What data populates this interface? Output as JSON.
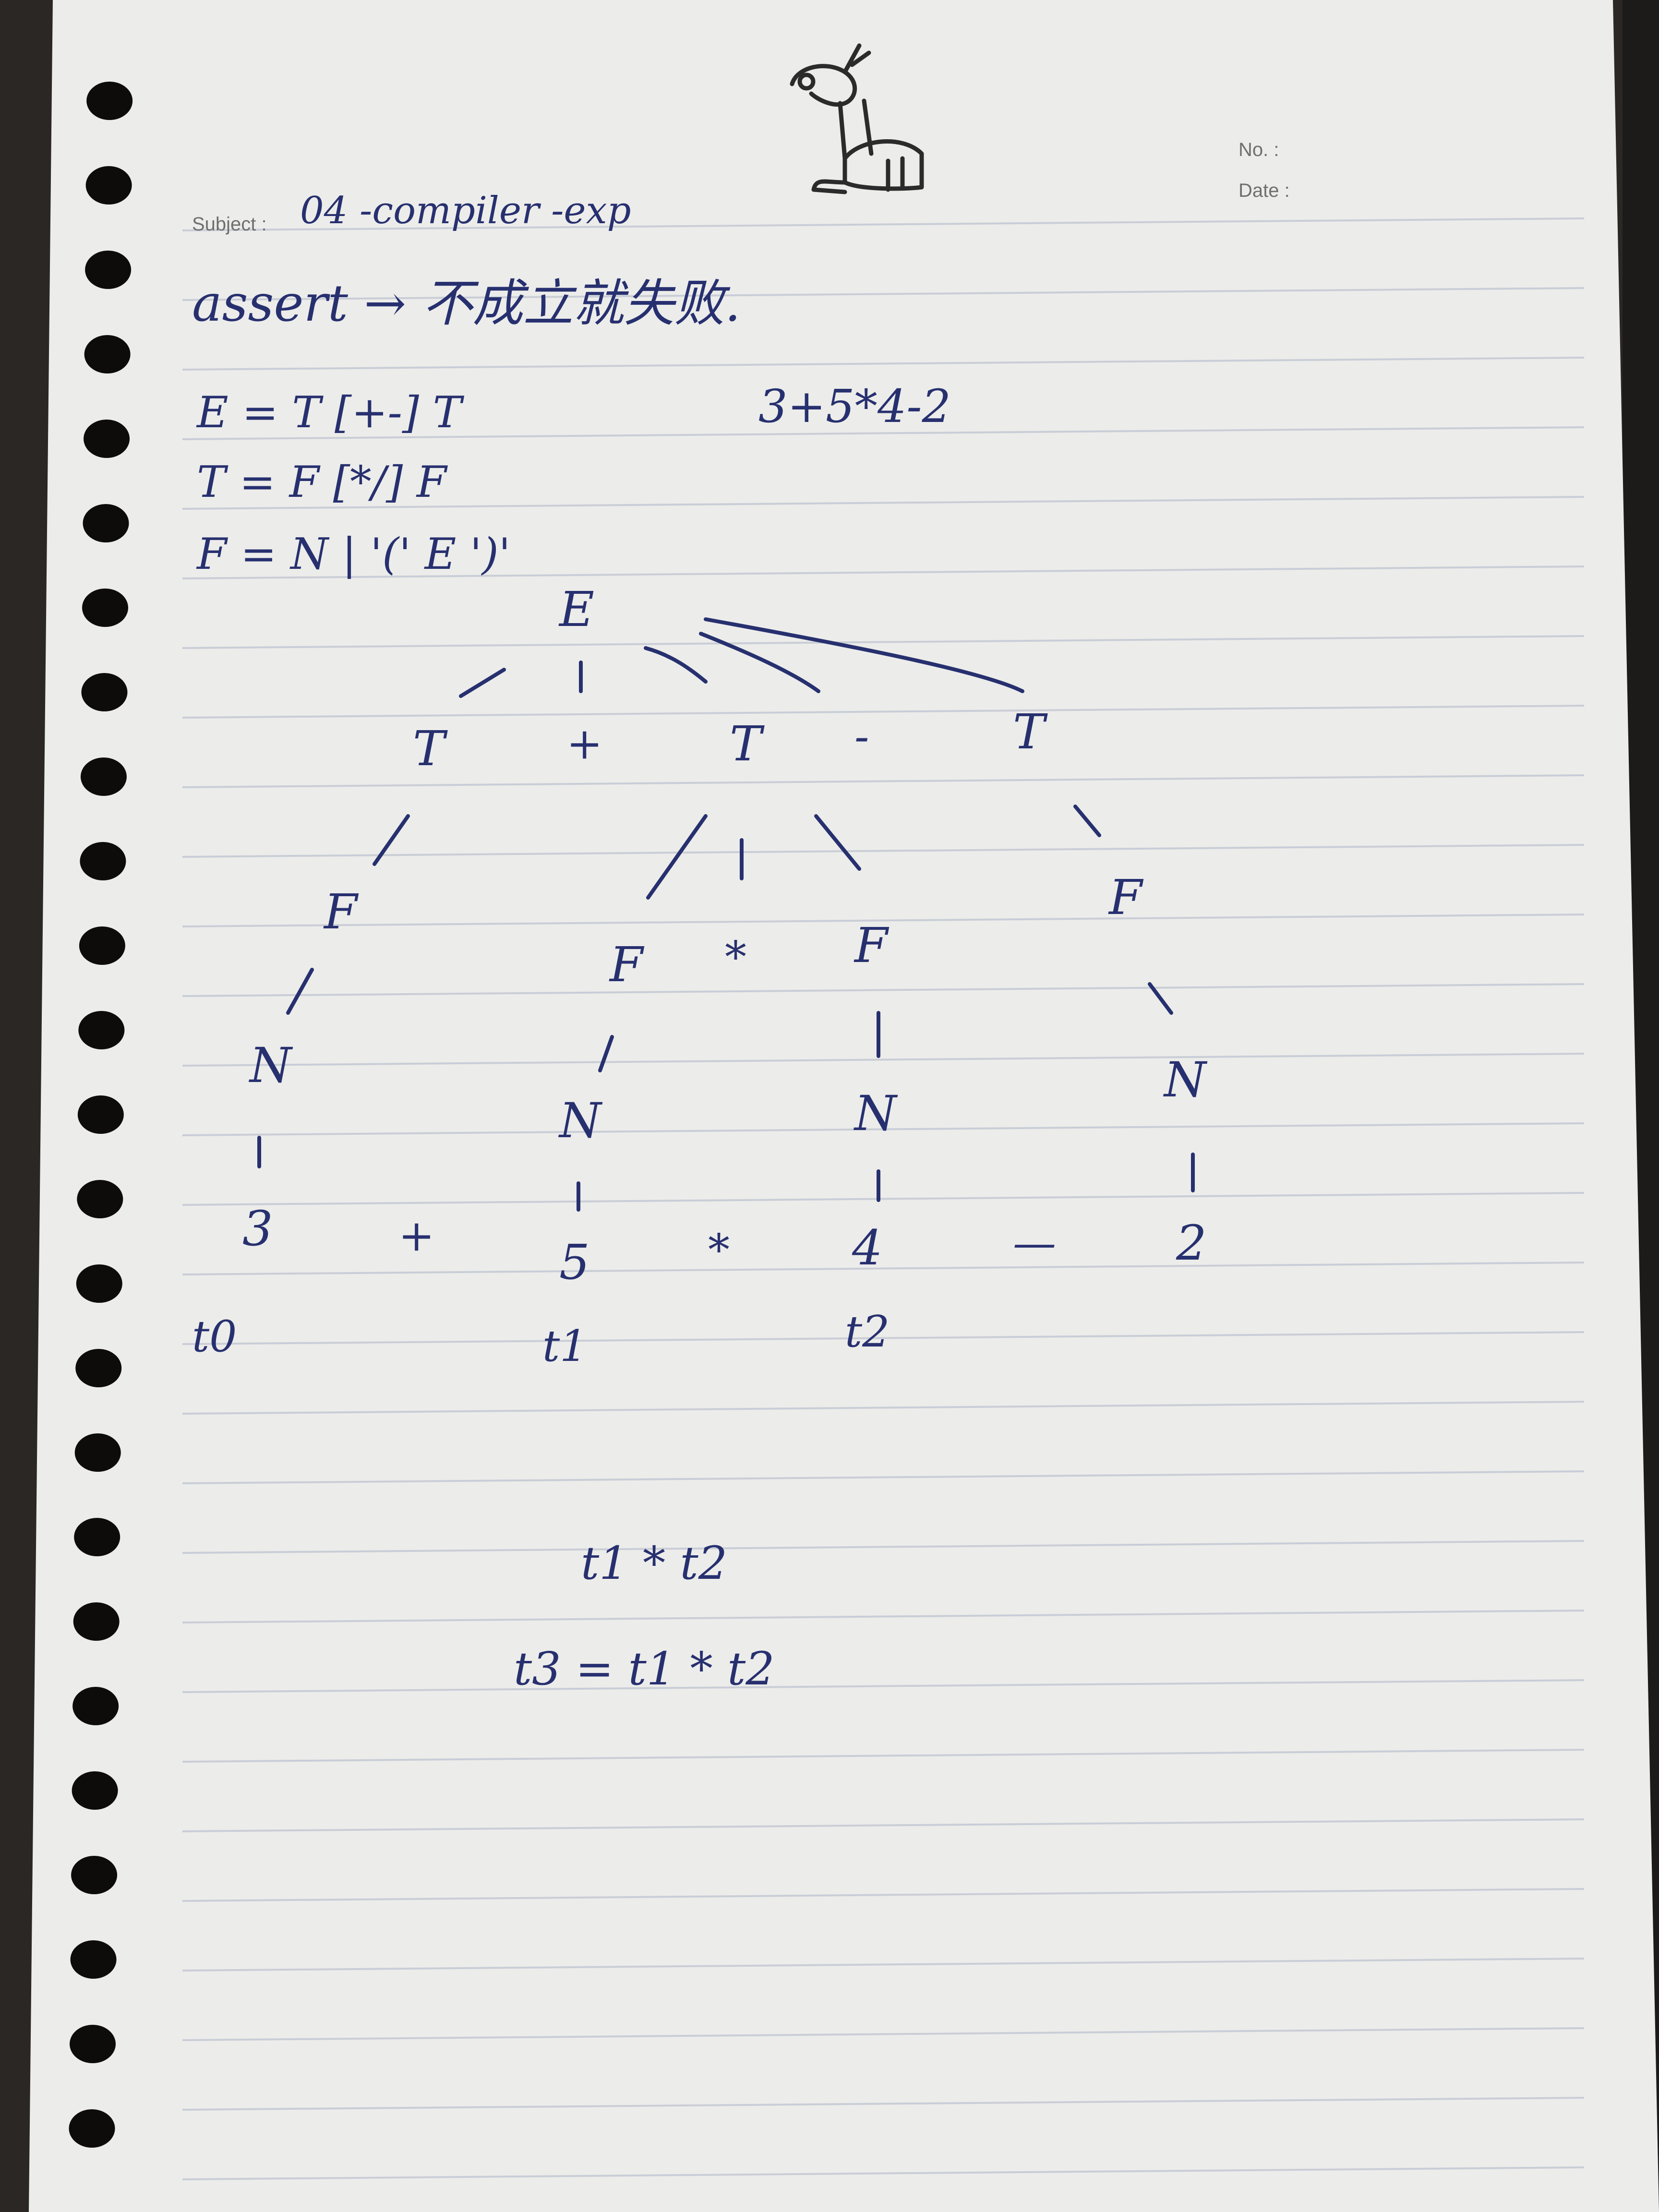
{
  "colors": {
    "paper": "#ececea",
    "ink": "#27306f",
    "rule_line": "#c9cdd6",
    "printed_text": "#6f6f6f",
    "background": "#2a2724"
  },
  "header": {
    "no_label": "No. :",
    "date_label": "Date :",
    "subject_label": "Subject :",
    "subject_value": "04 -compiler -exp"
  },
  "notes": {
    "assert_line": "assert → 不成立就失败.",
    "expression": "3+5*4-2",
    "grammar": [
      "E = T [+-] T",
      "T = F [*/] F",
      "F = N | '(' E ')'"
    ]
  },
  "tree": {
    "nodes": {
      "E": "E",
      "T1": "T",
      "plus_op": "+",
      "T2": "T",
      "minus_op": "-",
      "T3": "T",
      "F1": "F",
      "F2": "F",
      "times_op": "*",
      "F3": "F",
      "F4": "F",
      "N1": "N",
      "N2": "N",
      "N3": "N",
      "N4": "N"
    },
    "leaves": {
      "l3": "3",
      "lplus": "+",
      "l5": "5",
      "ltimes": "*",
      "l4": "4",
      "lminus": "—",
      "l2": "2"
    },
    "temps": {
      "t0": "t0",
      "t1": "t1",
      "t2": "t2"
    }
  },
  "bottom": {
    "line1": "t1 * t2",
    "line2": "t3 = t1 * t2"
  },
  "icons": [
    "giraffe-doodle-icon",
    "binder-hole-icon"
  ]
}
